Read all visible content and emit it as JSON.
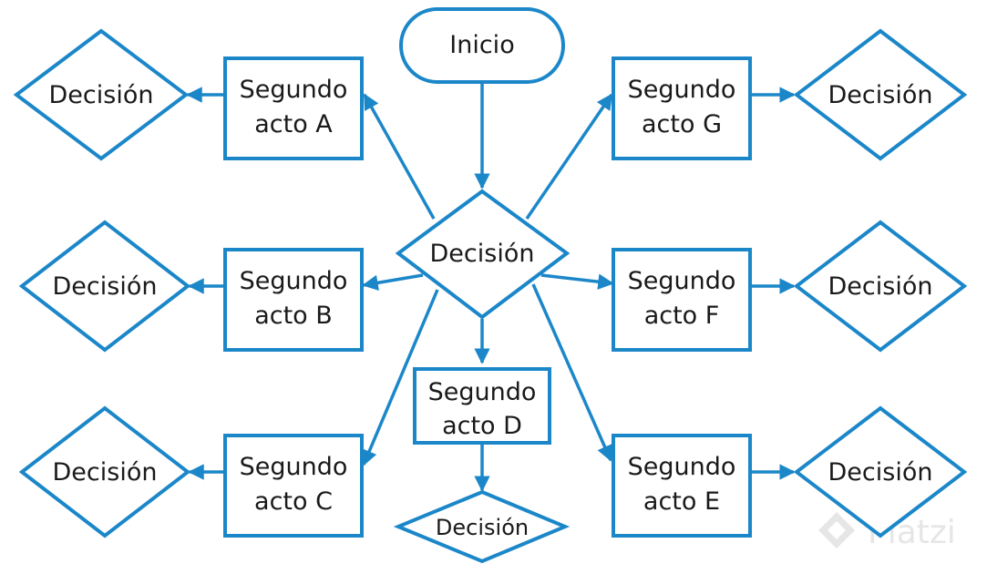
{
  "diagram": {
    "start": "Inicio",
    "center_decision": "Decisión",
    "acts": {
      "a": [
        "Segundo",
        "acto A"
      ],
      "b": [
        "Segundo",
        "acto B"
      ],
      "c": [
        "Segundo",
        "acto C"
      ],
      "d": [
        "Segundo",
        "acto D"
      ],
      "e": [
        "Segundo",
        "acto E"
      ],
      "f": [
        "Segundo",
        "acto F"
      ],
      "g": [
        "Segundo",
        "acto G"
      ]
    },
    "decisions": {
      "a": "Decisión",
      "b": "Decisión",
      "c": "Decisión",
      "d": "Decisión",
      "e": "Decisión",
      "f": "Decisión",
      "g": "Decisión"
    }
  },
  "watermark": {
    "text": "Platzi",
    "color": "#e6e6e6"
  },
  "colors": {
    "stroke": "#1b87c9",
    "text": "#1a1a1a"
  }
}
